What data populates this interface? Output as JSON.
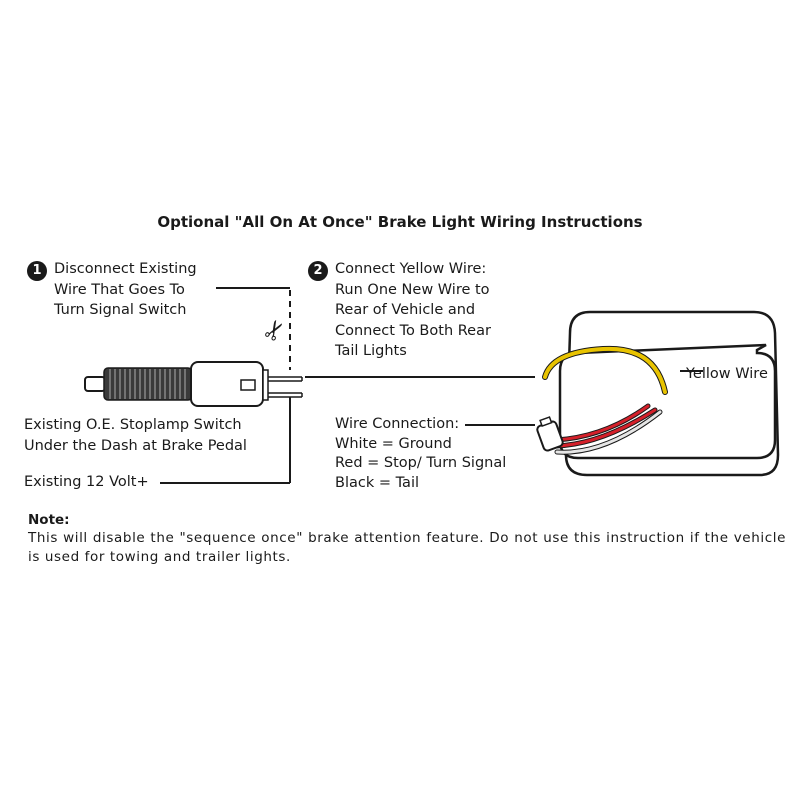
{
  "title": "Optional \"All On At Once\" Brake Light Wiring Instructions",
  "steps": [
    {
      "number": "1",
      "lines": [
        "Disconnect Existing",
        "Wire That Goes To",
        "Turn Signal Switch"
      ]
    },
    {
      "number": "2",
      "lines": [
        "Connect Yellow Wire:",
        "Run One New Wire to",
        "Rear of Vehicle and",
        "Connect To Both Rear",
        "Tail Lights"
      ]
    }
  ],
  "labels": {
    "stoplamp": [
      "Existing O.E. Stoplamp Switch",
      "Under the Dash at Brake Pedal"
    ],
    "volt": "Existing 12 Volt+",
    "wire_connection": [
      "Wire Connection:",
      "White = Ground",
      "Red = Stop/ Turn Signal",
      "Black = Tail"
    ],
    "yellow_wire": "Yellow Wire",
    "scissors": "✂"
  },
  "note": {
    "title": "Note:",
    "text": "This will disable the \"sequence once\" brake attention feature. Do not use this instruction if the vehicle is used for towing and trailer  lights."
  },
  "colors": {
    "ink": "#1a1a1a",
    "yellow": "#e8c300",
    "red": "#d4202a",
    "white_wire": "#e6e6e6"
  }
}
